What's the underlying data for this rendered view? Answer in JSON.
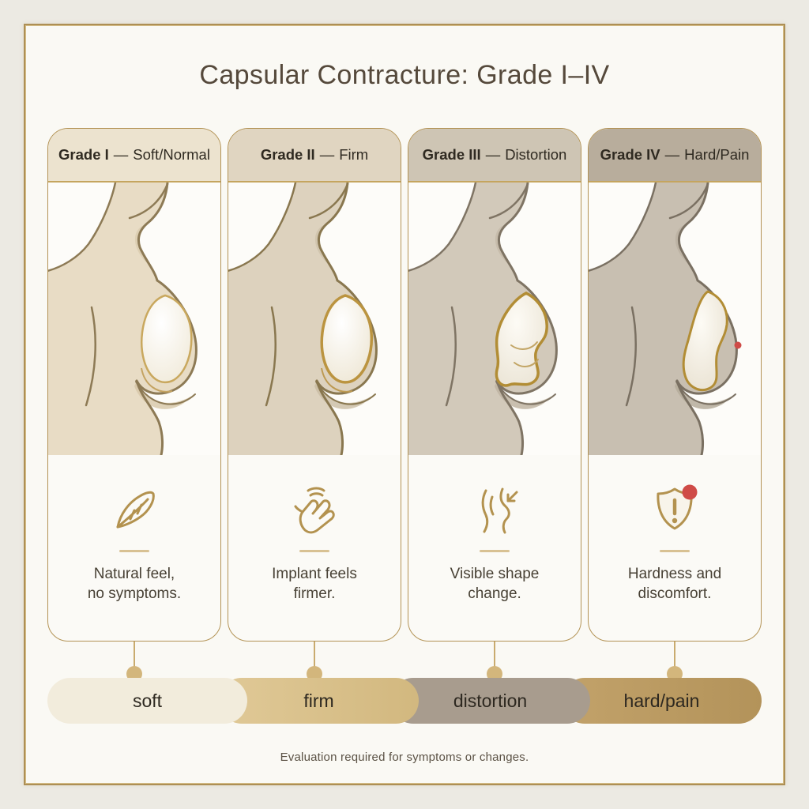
{
  "poster": {
    "title": "Capsular Contracture: Grade I–IV",
    "footer": "Evaluation required for symptoms or changes."
  },
  "cards": [
    {
      "grade": "Grade I",
      "separator": "—",
      "label": "Soft/Normal",
      "icon": "feather-icon",
      "desc_line1": "Natural feel,",
      "desc_line2": "no symptoms.",
      "header_color": "#ece3cf",
      "skin_color": "#e8dcc5",
      "implant_state": "smooth round implant, thin capsule"
    },
    {
      "grade": "Grade II",
      "separator": "—",
      "label": "Firm",
      "icon": "patting-hand-icon",
      "desc_line1": "Implant feels",
      "desc_line2": "firmer.",
      "header_color": "#e0d5c1",
      "skin_color": "#ddd2be",
      "implant_state": "round implant, thicker capsule outline"
    },
    {
      "grade": "Grade III",
      "separator": "—",
      "label": "Distortion",
      "icon": "body-shape-arrow-icon",
      "desc_line1": "Visible shape",
      "desc_line2": "change.",
      "header_color": "#cec5b4",
      "skin_color": "#d2c9ba",
      "implant_state": "wrinkled distorted implant"
    },
    {
      "grade": "Grade IV",
      "separator": "—",
      "label": "Hard/Pain",
      "icon": "shield-alert-icon",
      "desc_line1": "Hardness and",
      "desc_line2": "discomfort.",
      "header_color": "#b8ad9c",
      "skin_color": "#c8bfb1",
      "implant_state": "constricted hard implant with red pain marker"
    }
  ],
  "scale_bar": {
    "segments": [
      {
        "label": "soft",
        "color": "#f2ecdc"
      },
      {
        "label": "firm",
        "color": "#d9c08d"
      },
      {
        "label": "distortion",
        "color": "#a89c8e"
      },
      {
        "label": "hard/pain",
        "color": "#b9995f"
      }
    ]
  },
  "colors": {
    "accent_gold": "#b3924f",
    "frame_border": "#ad8f55",
    "alert_red": "#cf4b47",
    "title_text": "#55493b",
    "body_text": "#474034",
    "page_background": "#eceae3",
    "poster_background": "#faf9f4"
  }
}
